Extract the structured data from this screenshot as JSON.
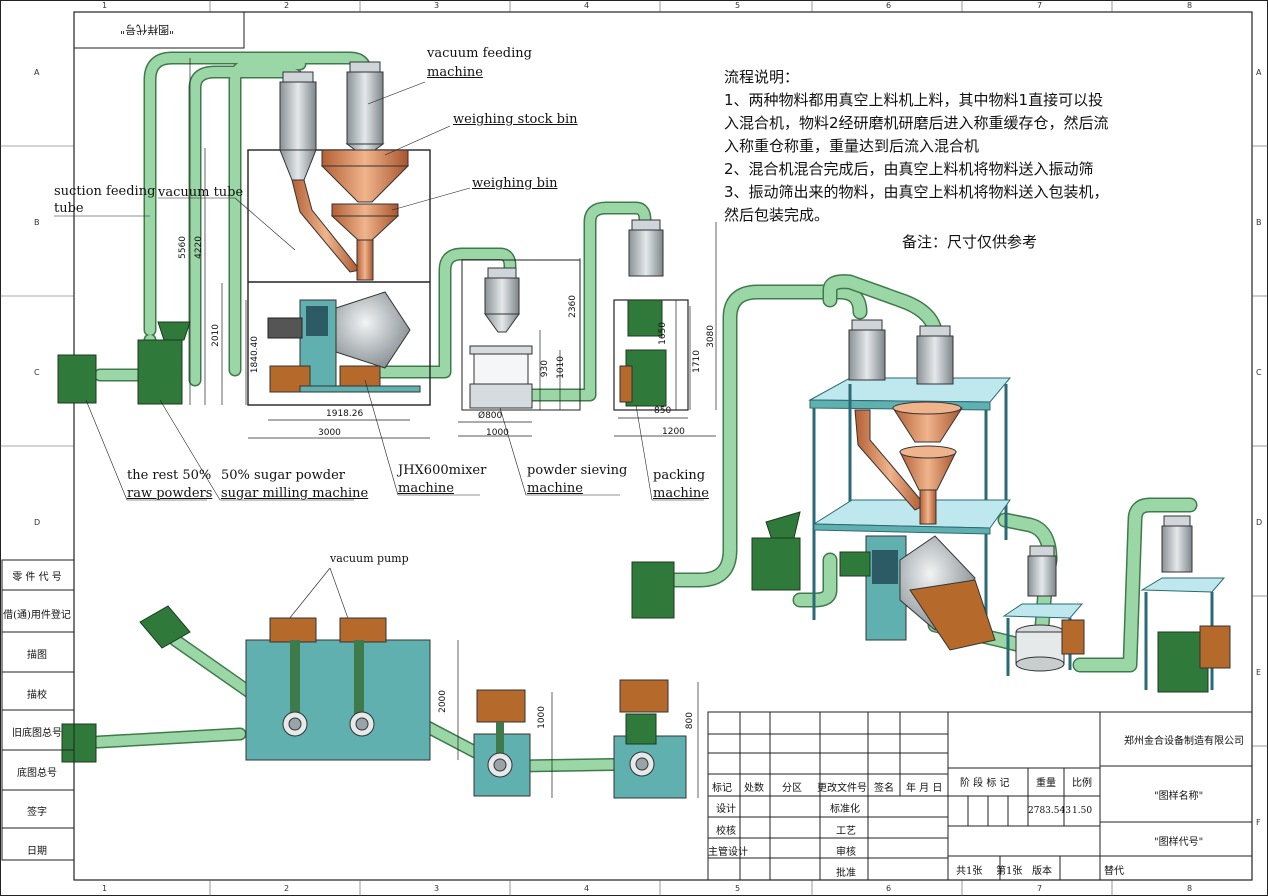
{
  "sheet": {
    "stamp": "\"图样代号\"",
    "col_numbers": [
      "1",
      "2",
      "3",
      "4",
      "5",
      "6",
      "7",
      "8"
    ],
    "row_letters": [
      "A",
      "B",
      "C",
      "D",
      "E",
      "F"
    ]
  },
  "labels": {
    "vacuum_feeding_machine_1": "vacuum feeding",
    "vacuum_feeding_machine_2": "machine",
    "weighing_stock_bin": "weighing stock bin",
    "weighing_bin": "weighing bin",
    "suction_feeding_tube_1": "suction feeding",
    "suction_feeding_tube_2": "tube",
    "vacuum_tube": "vacuum tube",
    "rest_raw_1": "the rest 50%",
    "rest_raw_2": "raw powders",
    "sugar_1": "50% sugar powder",
    "sugar_2": "sugar milling machine",
    "mixer_1": "JHX600mixer",
    "mixer_2": "machine",
    "sieving_1": "powder sieving",
    "sieving_2": "machine",
    "packing_1": "packing",
    "packing_2": "machine",
    "vacuum_pump": "vacuum pump"
  },
  "process_note": {
    "title": "流程说明：",
    "lines": [
      "1、两种物料都用真空上料机上料，其中物料1直接可以投",
      "入混合机，物料2经研磨机研磨后进入称重缓存仓，然后流",
      "入称重仓称重，重量达到后流入混合机",
      "2、混合机混合完成后，由真空上料机将物料送入振动筛",
      "3、振动筛出来的物料，由真空上料机将物料送入包装机，",
      "然后包装完成。"
    ],
    "remark": "备注：尺寸仅供参考"
  },
  "dimensions": {
    "d5560": "5560",
    "d4220": "4220",
    "d2010": "2010",
    "d1840": "1840.40",
    "d1918": "1918.26",
    "d3000": "3000",
    "d2360": "2360",
    "d930": "930",
    "d1010": "1010",
    "d800": "Ø800",
    "d1000": "1000",
    "d1650": "1650",
    "d1710": "1710",
    "d3080": "3080",
    "d850": "850",
    "d1200": "1200",
    "d2000": "2000",
    "d1000b": "1000",
    "d800b": "800"
  },
  "side_table": [
    "零 件 代 号",
    "借(通)用件登记",
    "描图",
    "描校",
    "旧底图总号",
    "底图总号",
    "签字",
    "日期"
  ],
  "title_block": {
    "company": "郑州金合设备制造有限公司",
    "drawing_name": "\"图样名称\"",
    "drawing_code": "\"图样代号\"",
    "header": [
      "标记",
      "处数",
      "分区",
      "更改文件号",
      "签名",
      "年 月 日"
    ],
    "stage_header": [
      "阶 段 标 记",
      "重量",
      "比例"
    ],
    "weight": "2783.543",
    "scale": "1.50",
    "rows_left": [
      "设计",
      "校核",
      "主管设计"
    ],
    "rows_mid": [
      "标准化",
      "工艺",
      "审核",
      "批准"
    ],
    "sheet_total": "共1张",
    "sheet_no": "第1张",
    "version": "版本",
    "replace": "替代"
  },
  "colors": {
    "pipe": "#9bd6a6",
    "pipe_edge": "#3f7a4a",
    "copper": "#c8774a",
    "dark_green": "#2f7a3b",
    "teal": "#5fb0ae",
    "steel": "#9aa3a8",
    "brown": "#b56a2c",
    "lightblue": "#bfe8ee"
  }
}
